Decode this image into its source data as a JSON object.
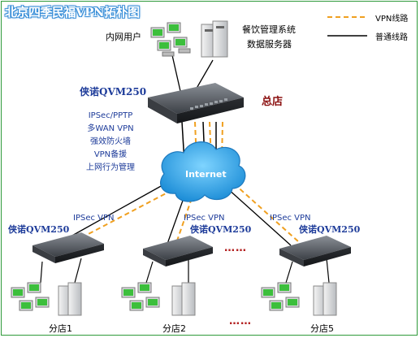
{
  "title": "北京四季民福VPN拓朴图",
  "legend": {
    "vpn_label": "VPN线路",
    "normal_label": "普通线路",
    "vpn_color": "#f0a020",
    "normal_color": "#000000"
  },
  "hq": {
    "router_name": "侠诺QVM250",
    "label": "总店",
    "features": [
      "IPSec/PPTP",
      "多WAN VPN",
      "强效防火墙",
      "VPN备援",
      "上网行为管理"
    ],
    "intranet_users_label": "内网用户",
    "server_label_line1": "餐饮管理系统",
    "server_label_line2": "数据服务器"
  },
  "cloud_label": "Internet",
  "branches": [
    {
      "router_name": "侠诺QVM250",
      "vpn_label": "IPSec VPN",
      "label": "分店1"
    },
    {
      "router_name": "侠诺QVM250",
      "vpn_label": "IPSec VPN",
      "label": "分店2"
    },
    {
      "router_name": "侠诺QVM250",
      "vpn_label": "IPSec VPN",
      "label": "分店5"
    }
  ],
  "ellipsis_mid": "……",
  "ellipsis_bottom": "……"
}
